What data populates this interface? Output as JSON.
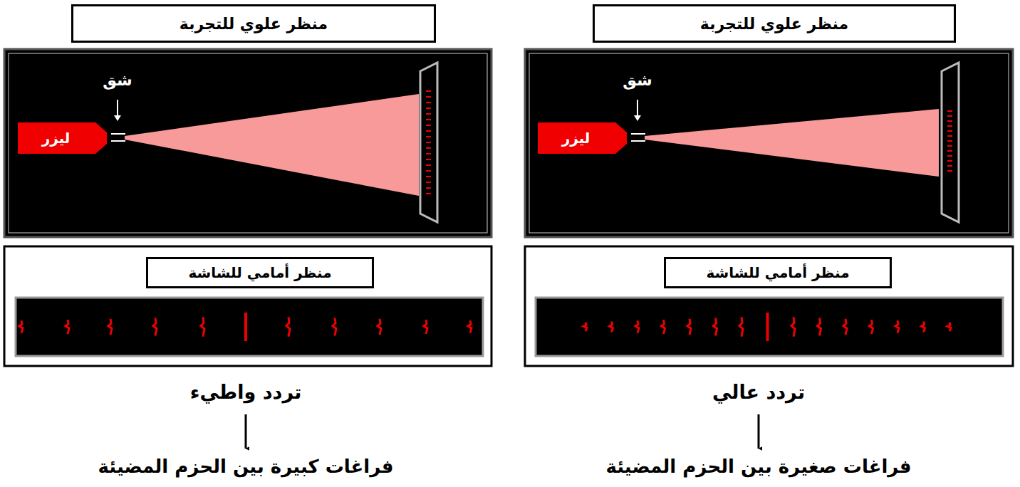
{
  "diagram": {
    "nodes": [
      {
        "text": [
          "منظر علوي للتجربة"
        ]
      },
      {
        "text": [
          "ليزر"
        ]
      },
      {
        "text": [
          "منظر أمامي للشاشة"
        ]
      },
      {
        "text": [
          "منظر علوي للتجربة"
        ]
      },
      {
        "text": [
          "ليزر"
        ]
      },
      {
        "text": [
          "منظر أمامي للشاشة"
        ]
      }
    ],
    "labels": [
      "شق",
      "تردد عالي",
      "فراغات صغيرة بين الحزم المضيئة",
      "شق",
      "تردد واطيء",
      "فراغات كبيرة بين الحزم المضيئة"
    ]
  }
}
